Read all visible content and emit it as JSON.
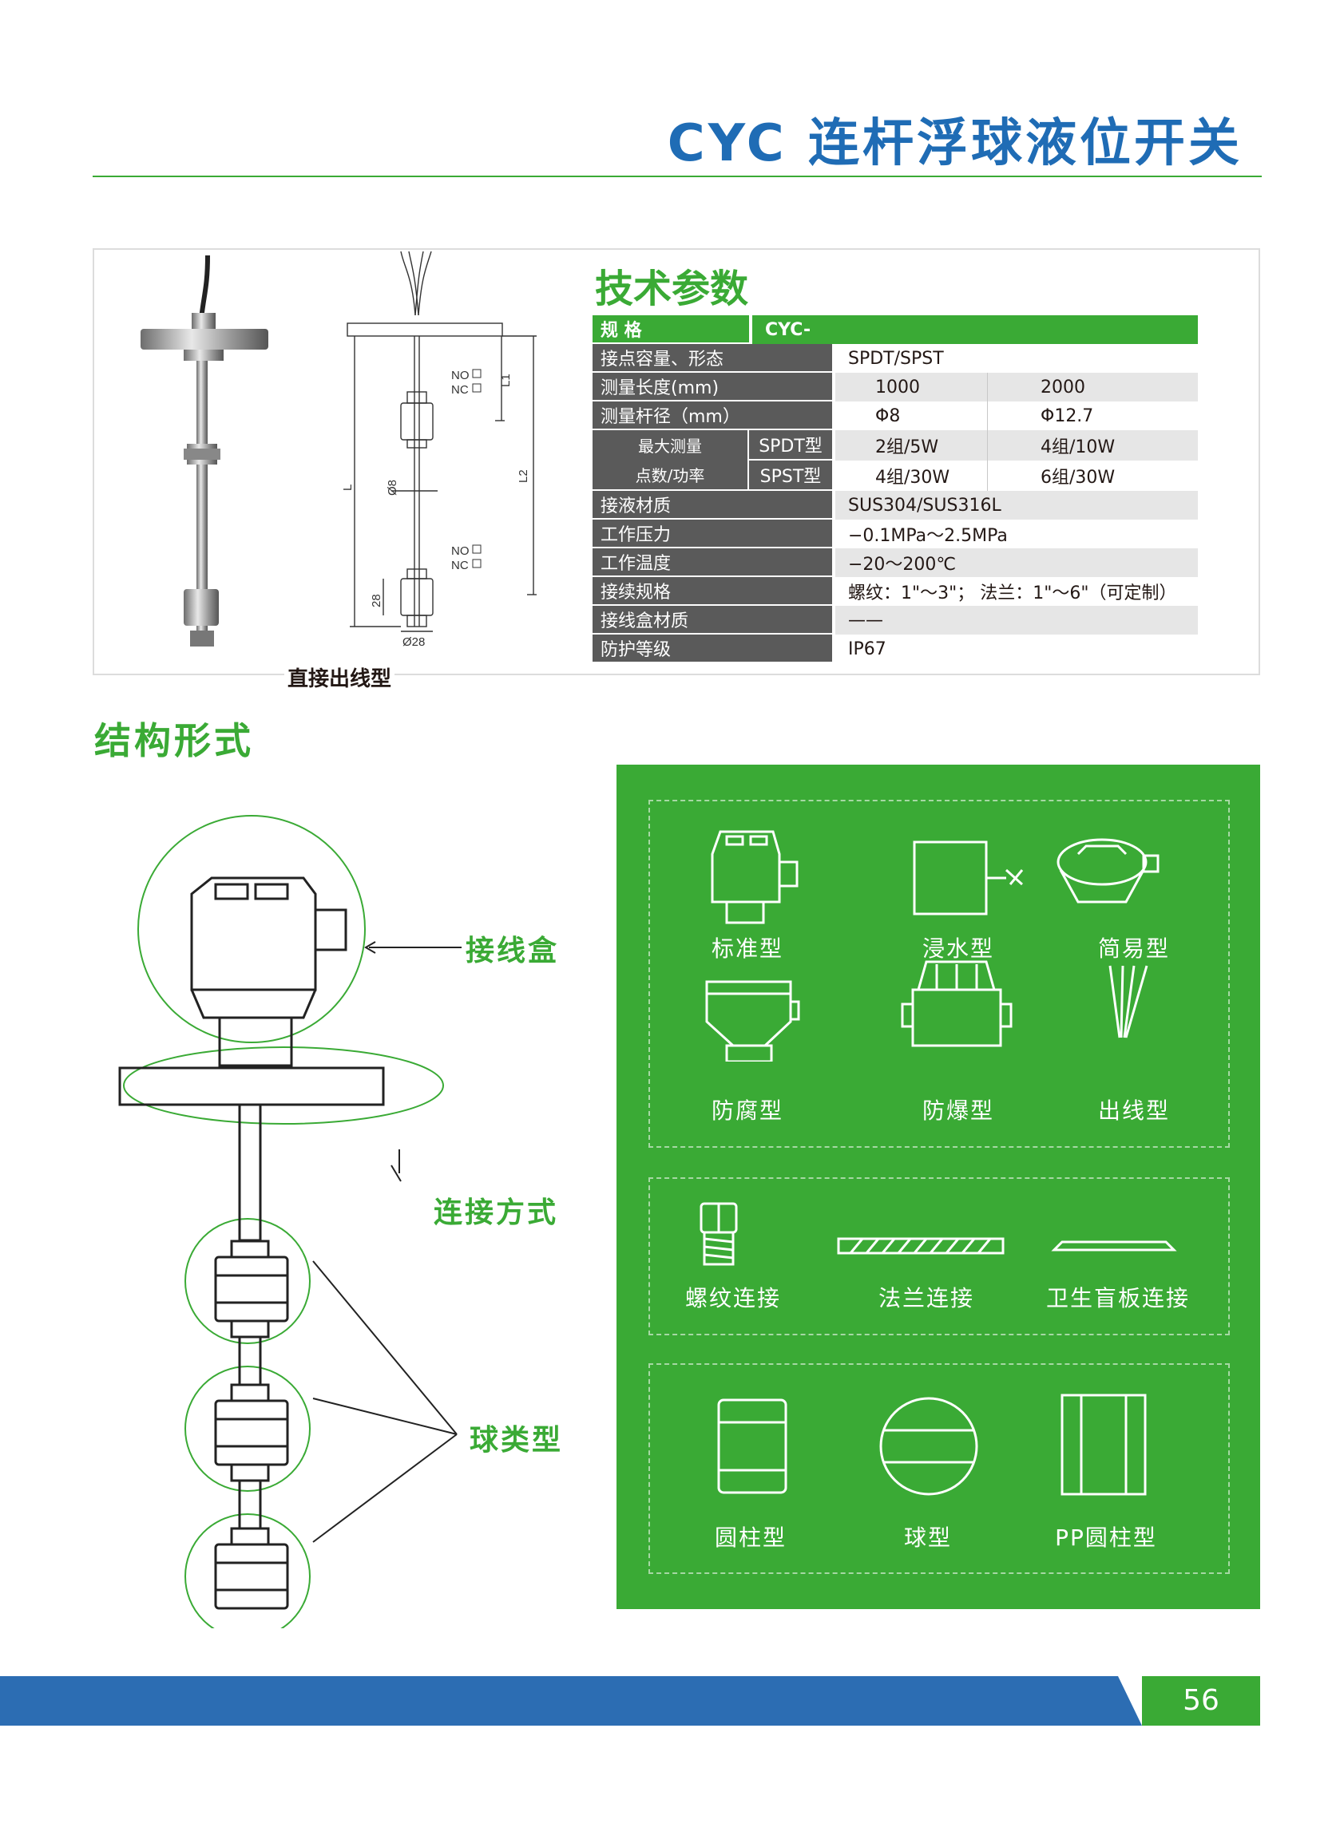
{
  "header": {
    "title": "CYC 连杆浮球液位开关"
  },
  "spec_section": {
    "title": "技术参数",
    "caption": "直接出线型",
    "drawing_labels": {
      "no": "NO",
      "nc": "NC",
      "l1": "L1",
      "l2": "L2",
      "l": "L",
      "rod_dia": "Ø8",
      "height": "28",
      "float_dia": "Ø28"
    },
    "table": {
      "header": {
        "label": "规 格",
        "value": "CYC-"
      },
      "rows": [
        {
          "label": "接点容量、形态",
          "value": "SPDT/SPST"
        },
        {
          "label": "测量长度(mm)",
          "v1": "1000",
          "v2": "2000"
        },
        {
          "label": "测量杆径（mm）",
          "v1": "Φ8",
          "v2": "Φ12.7"
        },
        {
          "group_label_1": "最大测量",
          "group_label_2": "点数/功率",
          "sub": "SPDT型",
          "v1": "2组/5W",
          "v2": "4组/10W"
        },
        {
          "sub": "SPST型",
          "v1": "4组/30W",
          "v2": "6组/30W"
        },
        {
          "label": "接液材质",
          "value": "SUS304/SUS316L"
        },
        {
          "label": "工作压力",
          "value": "−0.1MPa～2.5MPa"
        },
        {
          "label": "工作温度",
          "value": "−20～200℃"
        },
        {
          "label": "接续规格",
          "value": "螺纹：1\"～3\"；  法兰：1\"～6\"（可定制）"
        },
        {
          "label": "接线盒材质",
          "value": "——"
        },
        {
          "label": "防护等级",
          "value": "IP67"
        }
      ]
    }
  },
  "structure": {
    "title": "结构形式",
    "callouts": {
      "box": "接线盒",
      "connection": "连接方式",
      "ball": "球类型"
    }
  },
  "green_panel": {
    "boxes": [
      "标准型",
      "浸水型",
      "简易型",
      "防腐型",
      "防爆型",
      "出线型"
    ],
    "connections": [
      "螺纹连接",
      "法兰连接",
      "卫生盲板连接"
    ],
    "balls": [
      "圆柱型",
      "球型",
      "PP圆柱型"
    ]
  },
  "footer": {
    "page_number": "56"
  },
  "colors": {
    "brand_blue": "#1f6cb5",
    "brand_green": "#3aaa35",
    "footer_blue": "#2c6db3"
  }
}
